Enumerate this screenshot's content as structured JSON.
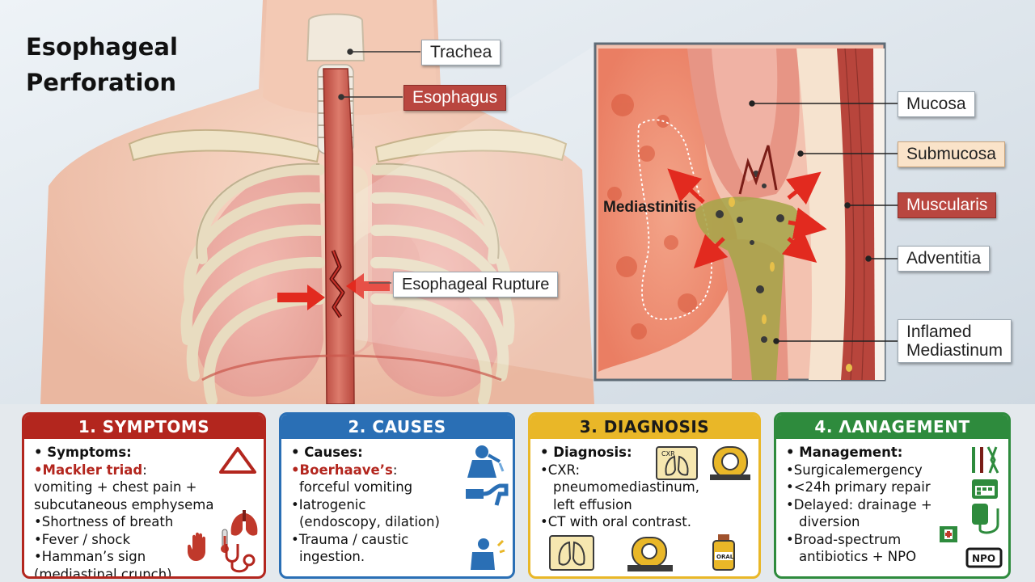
{
  "title": {
    "line1": "Esophageal",
    "line2": "Perforation"
  },
  "anatomy_labels": {
    "trachea": "Trachea",
    "esophagus": "Esophagus",
    "rupture": "Esophageal Rupture"
  },
  "inset": {
    "mediastinitis": "Mediastinitis",
    "layers": {
      "mucosa": "Mucosa",
      "submucosa": "Submucosa",
      "muscularis": "Muscularis",
      "adventitia": "Adventitia"
    },
    "inflamed": {
      "line1": "Inflamed",
      "line2": "Mediastinum"
    }
  },
  "colors": {
    "symptoms": "#b3261e",
    "causes": "#2a6fb5",
    "diagnosis": "#e9b728",
    "management": "#2e8b3d",
    "esophagus": "#c9564a"
  },
  "cards": {
    "symptoms": {
      "header": "1. SYMPTOMS",
      "heading": "Symptoms:",
      "highlight": "Mackler triad",
      "lines": [
        "vomiting + chest pain +",
        "subcutaneous emphysema",
        "Shortness of breath",
        "Fever / shock",
        "Hamman’s sign",
        "(mediastinal crunch)."
      ],
      "icons": [
        "warning-triangle",
        "lungs",
        "thermometer",
        "hand",
        "stethoscope"
      ]
    },
    "causes": {
      "header": "2. CAUSES",
      "heading": "Causes:",
      "highlight": "Boerhaave’s",
      "lines": [
        "forceful vomiting",
        "Iatrogenic",
        "(endoscopy, dilation)",
        "Trauma / caustic",
        "ingestion."
      ],
      "icons": [
        "vomiting-person",
        "endoscope",
        "injured-person"
      ]
    },
    "diagnosis": {
      "header": "3. DIAGNOSIS",
      "heading": "Diagnosis:",
      "lines": [
        "CXR:",
        "pneumomediastinum,",
        "left effusion",
        "CT with oral contrast."
      ],
      "icon_texts": {
        "cxr": "CXR",
        "oral": "ORAL"
      },
      "icons": [
        "chest-xray",
        "ct-scanner",
        "oral-contrast-bottle"
      ]
    },
    "management": {
      "header": "4. ΛANAGEMENT",
      "heading": "Management:",
      "lines": [
        "Surgicalemergency",
        "<24h primary repair",
        "Delayed: drainage +",
        "diversion",
        "Broad-spectrum",
        "antibiotics + NPO"
      ],
      "icon_texts": {
        "npo": "NPO"
      },
      "icons": [
        "surgical-tools",
        "calendar",
        "drainage-bag",
        "medicine",
        "npo-sign"
      ]
    }
  }
}
